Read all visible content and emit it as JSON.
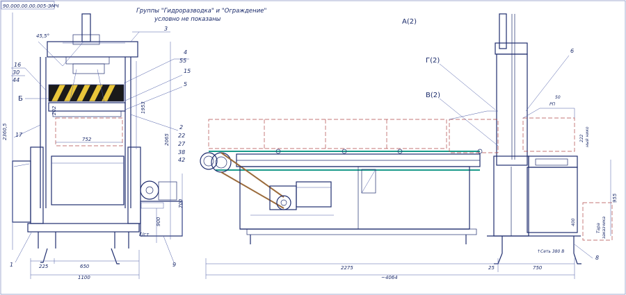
{
  "doc_code": "90.000.00.00.005-ЭМЧ",
  "note_line1": "Группы \"Гидроразводка\" и \"Ограждение\"",
  "note_line2": "условно не показаны",
  "view_a": "A(2)",
  "view_g": "Г(2)",
  "view_v": "В(2)",
  "view_b": "Б",
  "angle": "45,5°",
  "callouts": {
    "c3": "3",
    "c4": "4",
    "c55": "55",
    "c15": "15",
    "c5": "5",
    "c16": "16",
    "c30": "30",
    "c44": "44",
    "c17": "17",
    "c2": "2",
    "c22": "22",
    "c27": "27",
    "c38": "38",
    "c42": "42",
    "c6": "6",
    "c8": "8",
    "c9": "9",
    "c1": "1"
  },
  "dims": {
    "d225": "225",
    "d650": "650",
    "d1100": "1100",
    "d752": "752",
    "d2275": "2275",
    "d4064": "~4064",
    "d25": "25",
    "d750": "750",
    "d2360": "2360,5",
    "d2065": "2065",
    "d1953": "1953",
    "d202": "202",
    "d900": "900",
    "d700": "700",
    "d400": "400",
    "d955": "955",
    "d50": "50",
    "d222": "222",
    "d_rolls": "РП",
    "d_hot": "ный нико"
  },
  "labels": {
    "gst": "Г/ст",
    "tara": "Тара",
    "tara2": "заказчика",
    "net": "↑Сеть 380 В"
  }
}
